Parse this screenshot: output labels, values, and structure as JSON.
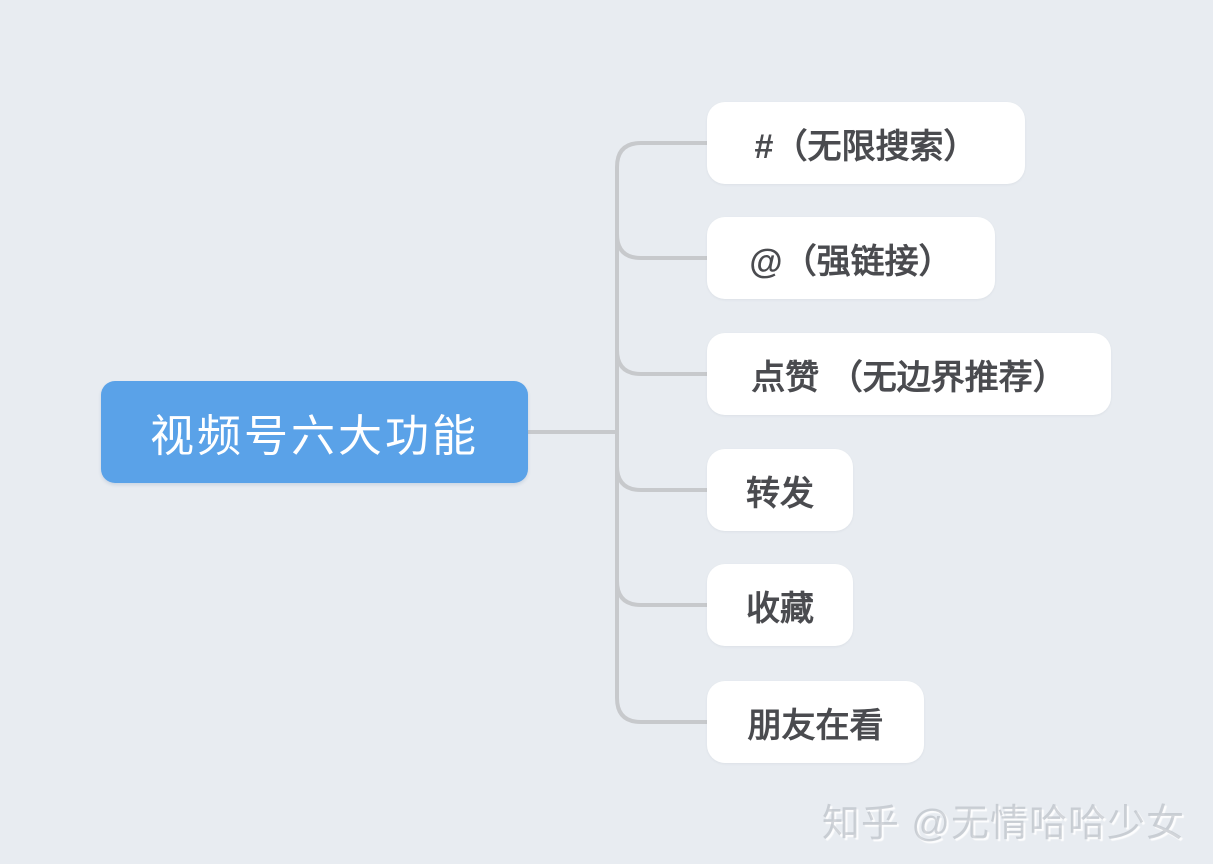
{
  "diagram": {
    "type": "mindmap",
    "root": {
      "label": "视频号六大功能"
    },
    "children": [
      {
        "label": "#（无限搜索）"
      },
      {
        "label": "@（强链接）"
      },
      {
        "label": "点赞 （无边界推荐）"
      },
      {
        "label": "转发"
      },
      {
        "label": "收藏"
      },
      {
        "label": "朋友在看"
      }
    ]
  },
  "watermark": {
    "text": "知乎 @无情哈哈少女"
  },
  "colors": {
    "background": "#e8ecf1",
    "root_fill": "#5aa2e8",
    "root_text": "#ffffff",
    "child_fill": "#ffffff",
    "child_text": "#4a4b4f",
    "connector": "#c7c9cc"
  }
}
